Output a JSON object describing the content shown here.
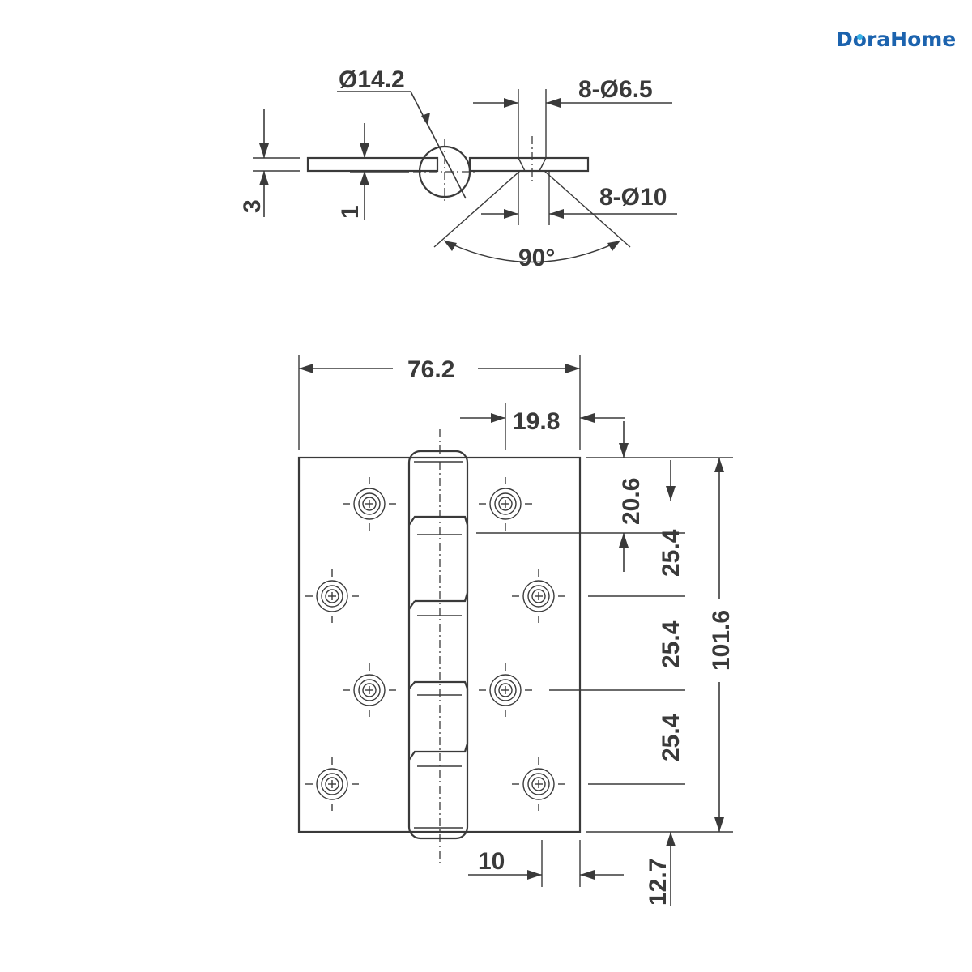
{
  "brand": {
    "name_start": "D",
    "name_o": "o",
    "name_end": "raHome",
    "color": "#1c63ae",
    "accent": "#39b3e6"
  },
  "side_view": {
    "knuckle_diameter": "Ø14.2",
    "screw_hole": "8-Ø6.5",
    "countersink": "8-Ø10",
    "countersink_angle": "90°",
    "leaf_thickness": "3",
    "gap": "1"
  },
  "front_view": {
    "overall_width": "76.2",
    "hole_offset_right": "19.8",
    "hole_offset_bottom": "10",
    "top_offset": "20.6",
    "pitch_1": "25.4",
    "pitch_2": "25.4",
    "pitch_3": "25.4",
    "overall_height": "101.6",
    "bottom_offset": "12.7"
  }
}
